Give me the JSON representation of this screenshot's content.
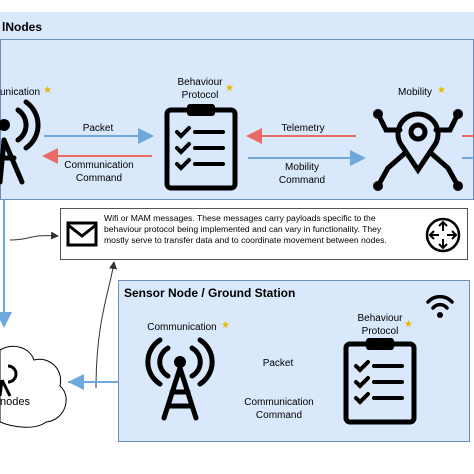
{
  "top_panel": {
    "title": "lNodes",
    "labels": {
      "communication": "unication",
      "behaviour_protocol_line1": "Behaviour",
      "behaviour_protocol_line2": "Protocol",
      "mobility": "Mobility",
      "packet": "Packet",
      "communication_command_line1": "Communication",
      "communication_command_line2": "Command",
      "telemetry": "Telemetry",
      "mobility_command_line1": "Mobility",
      "mobility_command_line2": "Command"
    }
  },
  "note": {
    "text_line1": "Wifi or MAM messages. These messages carry payloads specific to the",
    "text_line2": "behaviour protocol being implemented and can vary in functionality. They",
    "text_line3": "mostly serve to transfer data and to coordinate movement between nodes."
  },
  "sensor_panel": {
    "title": "Sensor Node / Ground Station",
    "labels": {
      "communication": "Communication",
      "behaviour_protocol_line1": "Behaviour",
      "behaviour_protocol_line2": "Protocol",
      "packet": "Packet",
      "communication_command_line1": "Communication",
      "communication_command_line2": "Command"
    }
  },
  "cloud": {
    "label": "nodes"
  },
  "colors": {
    "panel_fill": "#dae8fc",
    "panel_border": "#6c8ebf",
    "blue_arrow": "#6fa8dc",
    "red_arrow": "#ea6b66",
    "star": "#e6b800"
  },
  "icons": [
    "antenna-tower-icon",
    "clipboard-checklist-icon",
    "mobility-pin-icon",
    "envelope-icon",
    "router-icon",
    "wifi-icon",
    "cloud-icon",
    "star-icon"
  ]
}
